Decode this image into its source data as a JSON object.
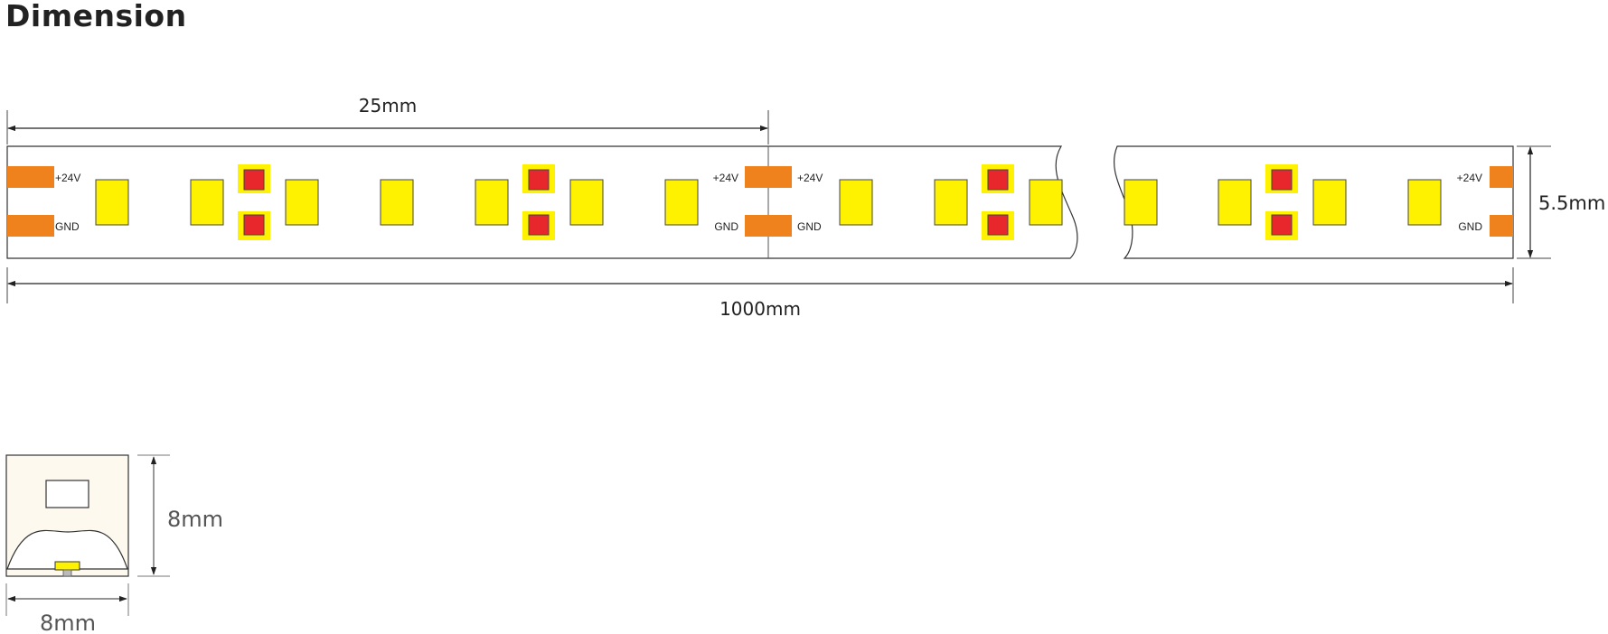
{
  "title": "Dimension",
  "strip": {
    "segment_length_label": "25mm",
    "total_length_label": "1000mm",
    "width_label": "5.5mm",
    "pin_positive": "+24V",
    "pin_ground": "GND"
  },
  "cross_section": {
    "height_label": "8mm",
    "width_label": "8mm"
  },
  "colors": {
    "pad": "#f0821e",
    "white_led": "#fff200",
    "red_led": "#e8272c",
    "profile_fill": "#fdf9ee",
    "line": "#222222"
  }
}
